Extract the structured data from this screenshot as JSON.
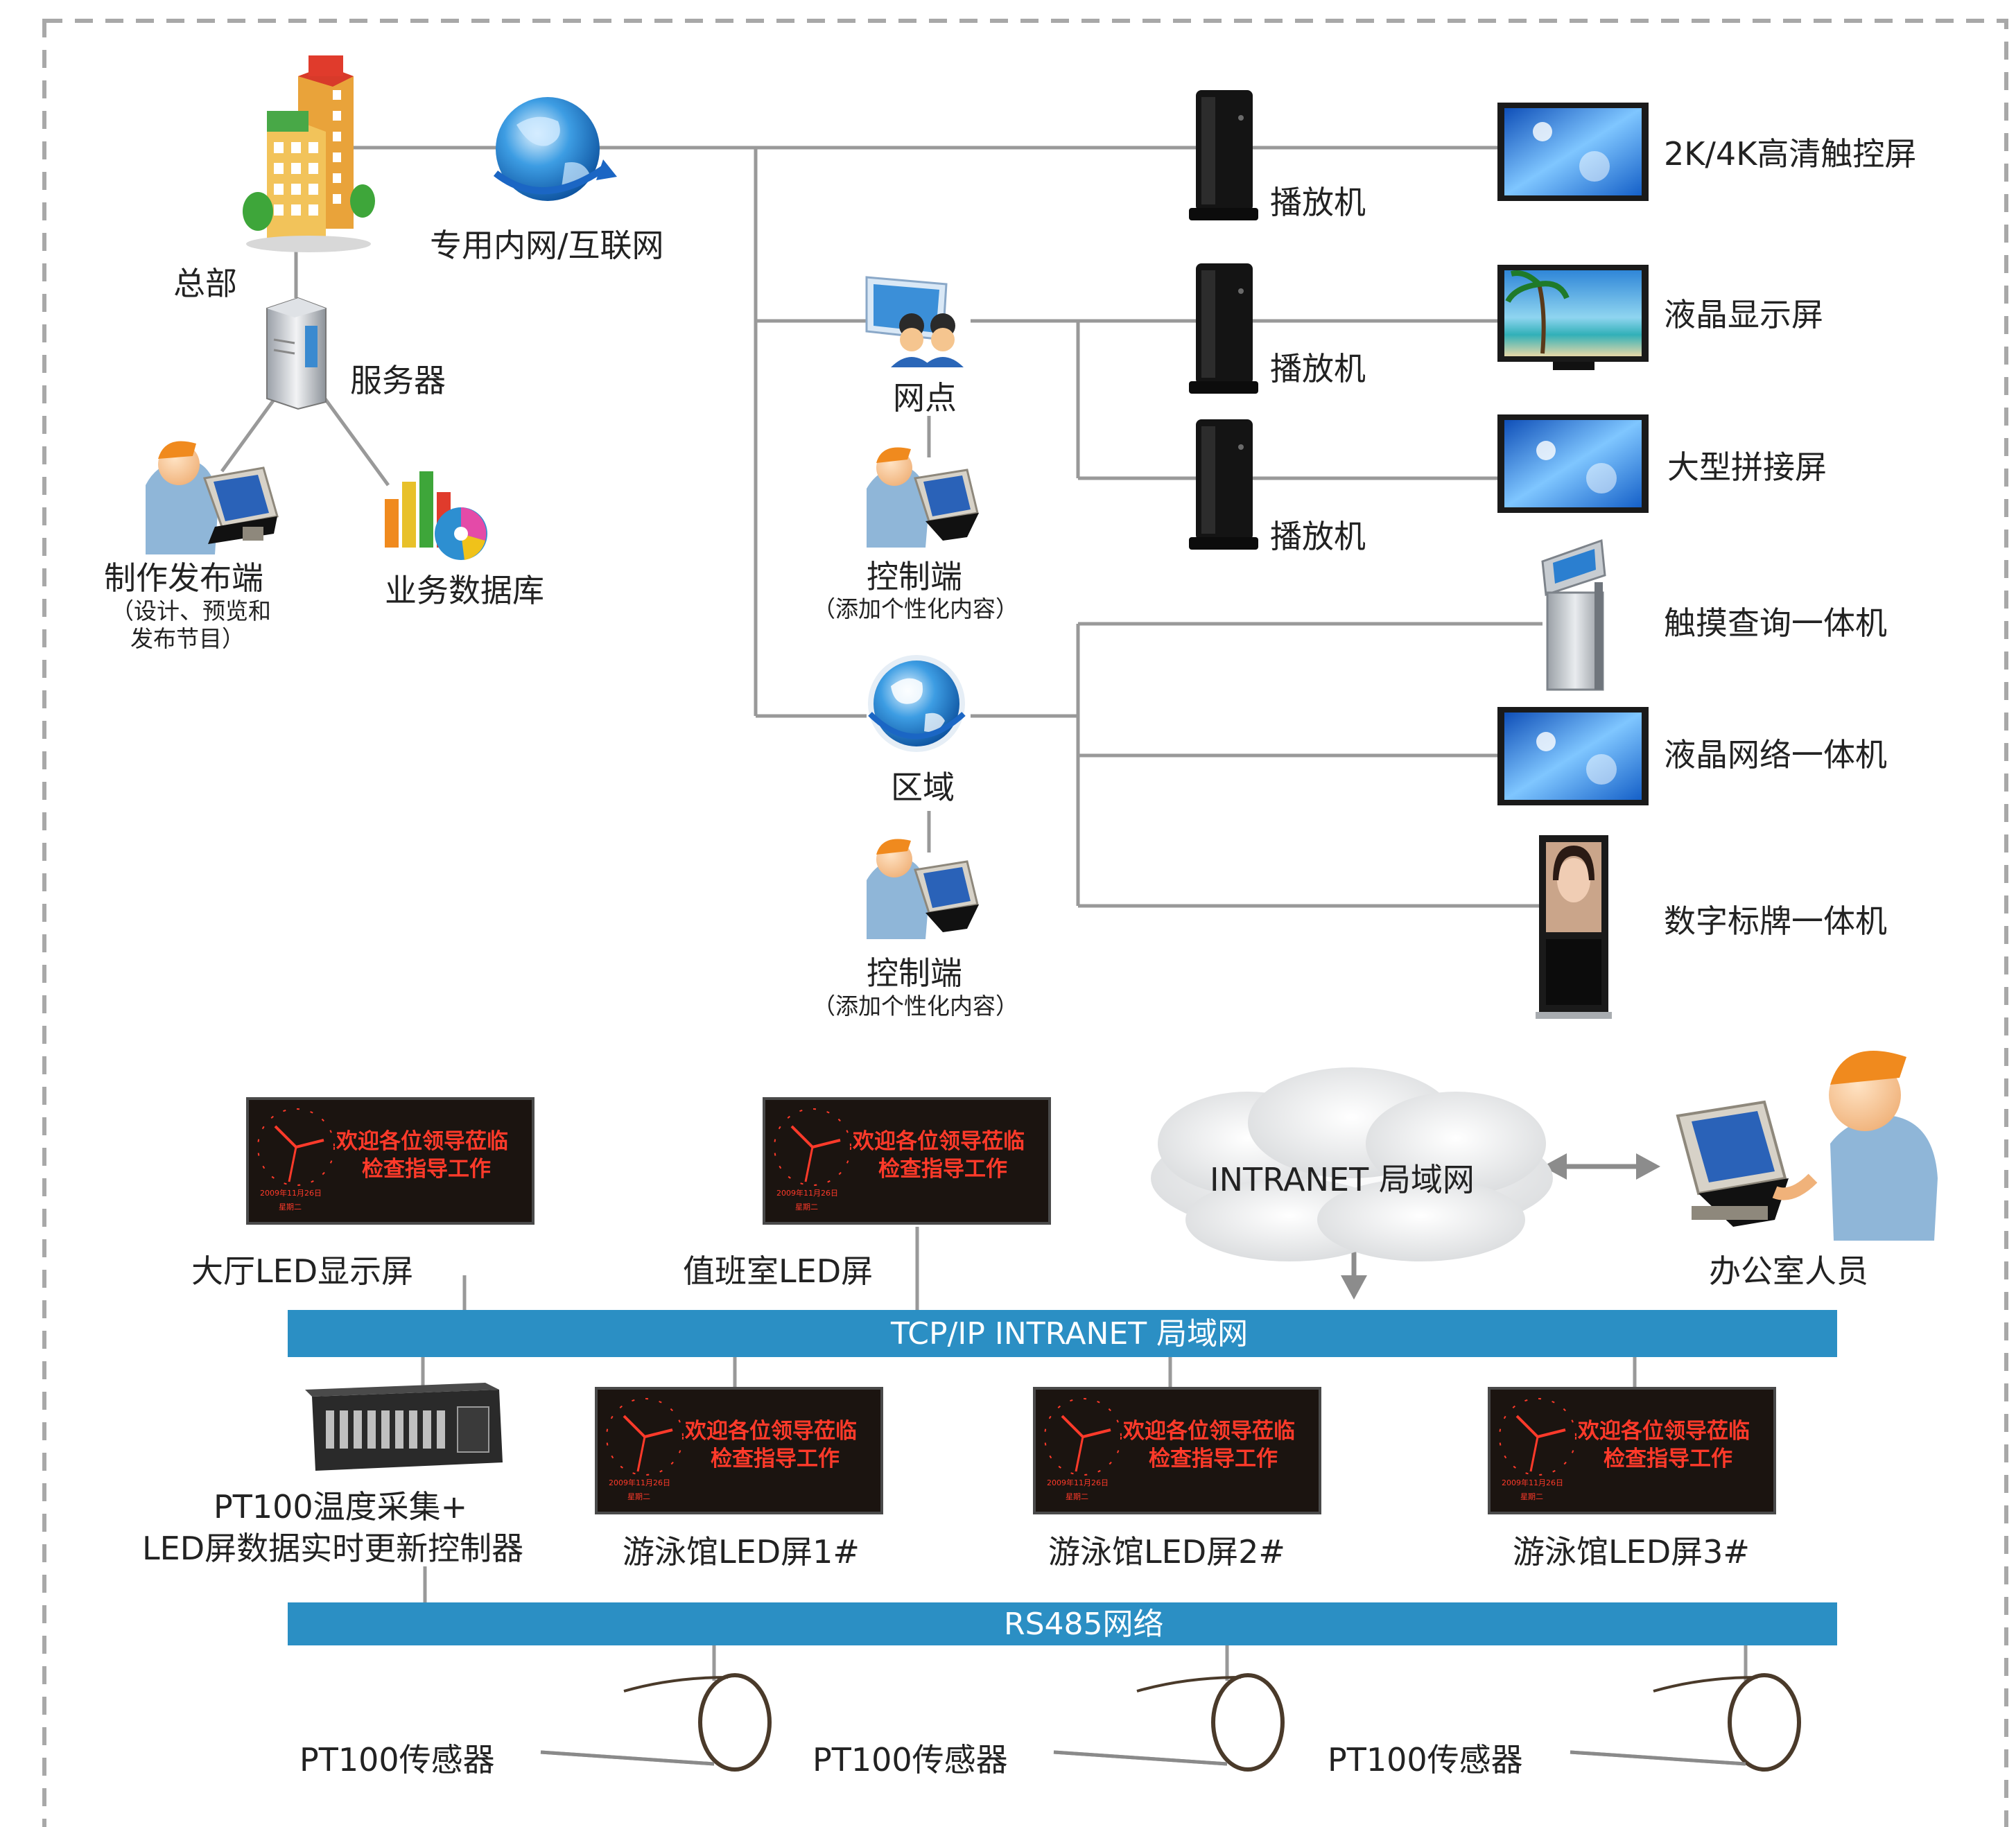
{
  "hq": {
    "label": "总部",
    "network_label": "专用内网/互联网",
    "server_label": "服务器",
    "publisher_label": "制作发布端",
    "publisher_note_1": "（设计、预览和",
    "publisher_note_2": "发布节目）",
    "database_label": "业务数据库"
  },
  "branch": {
    "branch_label": "网点",
    "branch_control_label": "控制端",
    "branch_control_note": "（添加个性化内容）",
    "region_label": "区域",
    "region_control_label": "控制端",
    "region_control_note": "（添加个性化内容）"
  },
  "players": [
    "播放机",
    "播放机",
    "播放机"
  ],
  "terminals": [
    "2K/4K高清触控屏",
    "液晶显示屏",
    "大型拼接屏",
    "触摸查询一体机",
    "液晶网络一体机",
    "数字标牌一体机"
  ],
  "lan": {
    "hall_led": "大厅LED显示屏",
    "duty_led": "值班室LED屏",
    "cloud_label": "INTRANET 局域网",
    "office_label": "办公室人员",
    "tcp_bar": "TCP/IP INTRANET 局域网",
    "controller_line_1": "PT100温度采集+",
    "controller_line_2": "LED屏数据实时更新控制器",
    "pool_leds": [
      "游泳馆LED屏1#",
      "游泳馆LED屏2#",
      "游泳馆LED屏3#"
    ],
    "rs485_bar": "RS485网络",
    "sensors": [
      "PT100传感器",
      "PT100传感器",
      "PT100传感器"
    ]
  },
  "led_board": {
    "line_1": "欢迎各位领导莅临",
    "line_2": "检查指导工作",
    "date": "2009年11月26日",
    "weekday": "星期二"
  },
  "colors": {
    "bar_blue": "#2b8fc4",
    "line_gray": "#999999",
    "border_dash": "#a8a8a8",
    "led_red": "#ff3a2a"
  }
}
